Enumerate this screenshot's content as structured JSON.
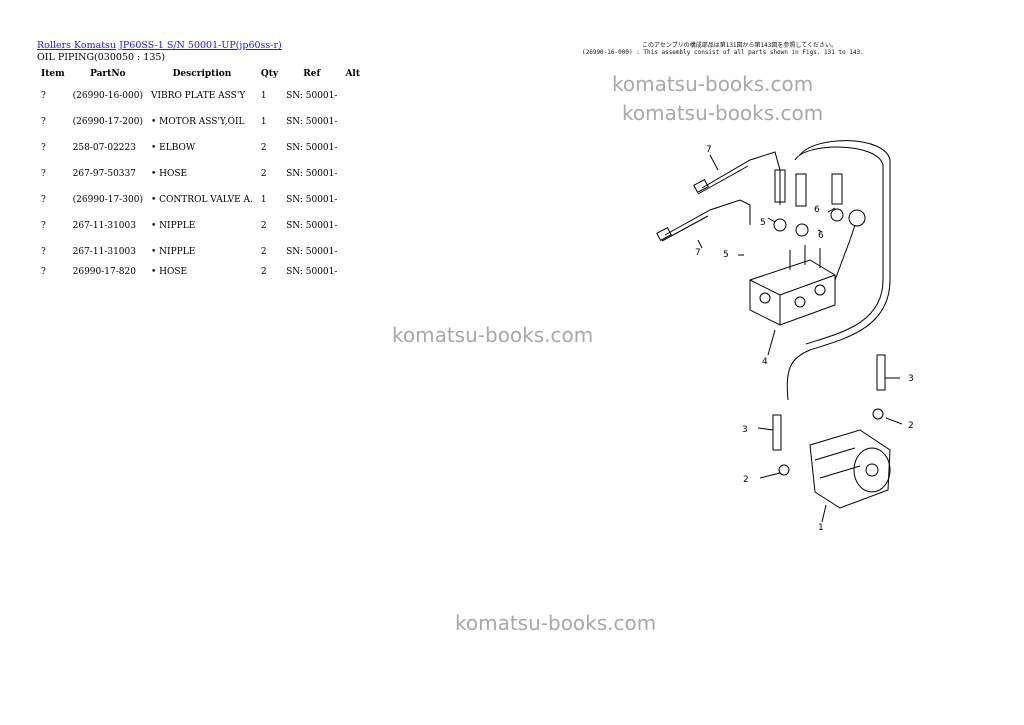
{
  "header": {
    "link1": "Rollers Komatsu",
    "link2": "JP60SS-1 S/N 50001-UP(jp60ss-r)",
    "subtitle": "OIL PIPING(030050 : 135)"
  },
  "table": {
    "columns": [
      "Item",
      "PartNo",
      "Description",
      "Qty",
      "Ref",
      "Alt"
    ],
    "rows": [
      {
        "item": "?",
        "part": "(26990-16-000)",
        "desc": "VIBRO PLATE ASS'Y",
        "qty": "1",
        "ref": "SN: 50001-",
        "alt": ""
      },
      {
        "item": "?",
        "part": "(26990-17-200)",
        "desc": "• MOTOR ASS'Y,OIL",
        "qty": "1",
        "ref": "SN: 50001-",
        "alt": ""
      },
      {
        "item": "?",
        "part": "258-07-02223",
        "desc": "• ELBOW",
        "qty": "2",
        "ref": "SN: 50001-",
        "alt": ""
      },
      {
        "item": "?",
        "part": "267-97-50337",
        "desc": "• HOSE",
        "qty": "2",
        "ref": "SN: 50001-",
        "alt": ""
      },
      {
        "item": "?",
        "part": "(26990-17-300)",
        "desc": "• CONTROL VALVE A.",
        "qty": "1",
        "ref": "SN: 50001-",
        "alt": ""
      },
      {
        "item": "?",
        "part": "267-11-31003",
        "desc": "• NIPPLE",
        "qty": "2",
        "ref": "SN: 50001-",
        "alt": ""
      },
      {
        "item": "?",
        "part": "267-11-31003",
        "desc": "• NIPPLE",
        "qty": "2",
        "ref": "SN: 50001-",
        "alt": ""
      },
      {
        "item": "?",
        "part": "26990-17-820",
        "desc": "• HOSE",
        "qty": "2",
        "ref": "SN: 50001-",
        "alt": ""
      }
    ]
  },
  "watermarks": [
    "komatsu-books.com",
    "komatsu-books.com",
    "komatsu-books.com",
    "komatsu-books.com"
  ],
  "diagram": {
    "note_line1": "このアセンブリの構成部品は第131図から第143図を参照してください。",
    "note_line2": "(26990-16-000) : This assembly consist of all parts shown in Figs. 131 to 143.",
    "callouts": [
      "7",
      "7",
      "5",
      "6",
      "5",
      "6",
      "4",
      "3",
      "3",
      "2",
      "2",
      "1"
    ]
  }
}
